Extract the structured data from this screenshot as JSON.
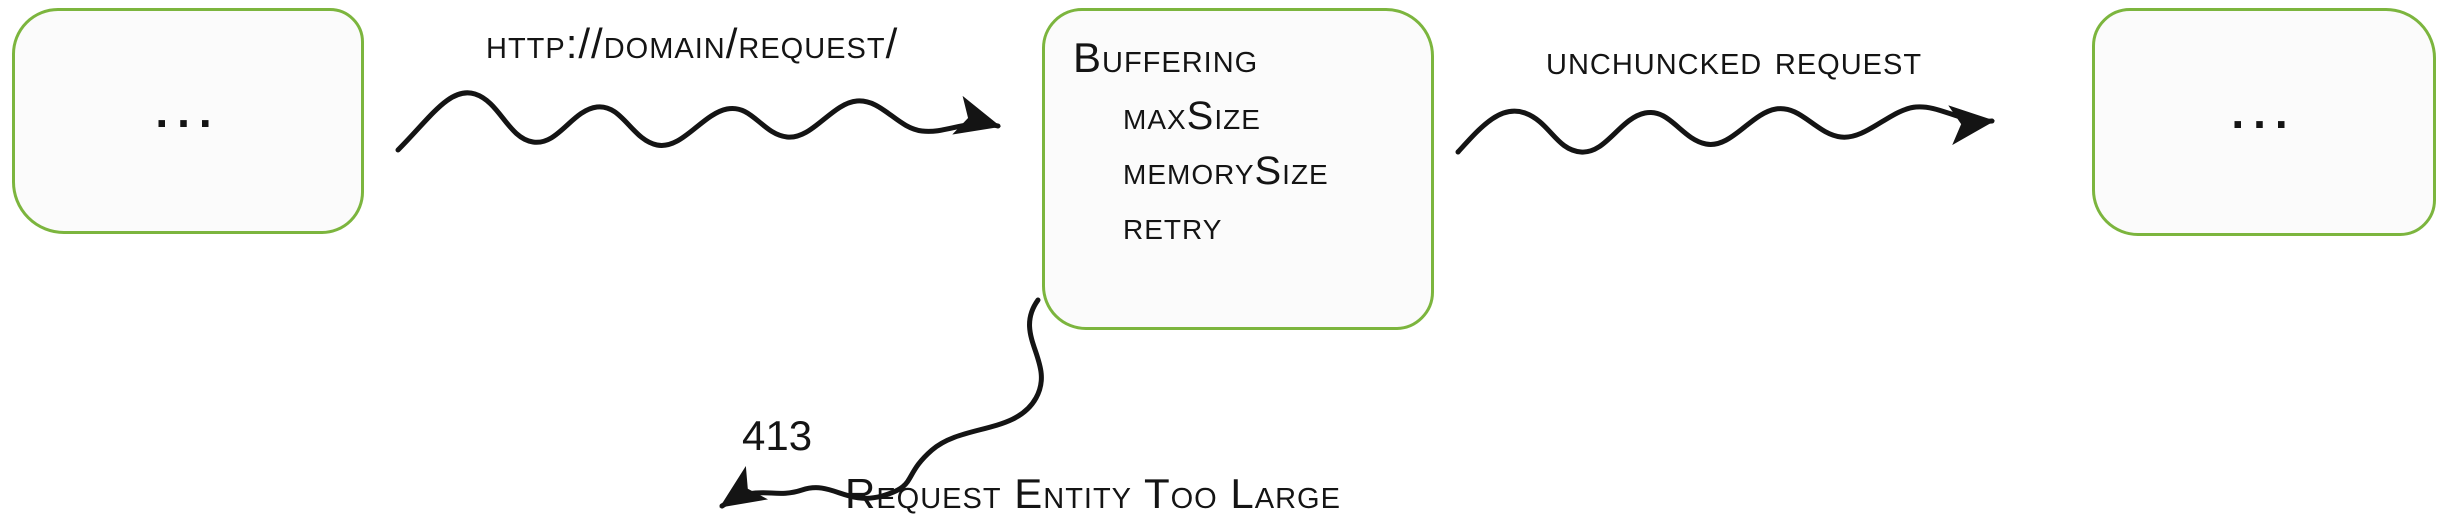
{
  "colors": {
    "box_border": "#7cb53e",
    "box_fill": "#fbfbfb",
    "ink": "#141414"
  },
  "nodes": {
    "left": {
      "label": "..."
    },
    "buffering": {
      "title": "Buffering",
      "params": [
        "maxSize",
        "memorySize",
        "retry"
      ]
    },
    "right": {
      "label": "..."
    }
  },
  "edges": {
    "request": {
      "label": "http://domain/request/"
    },
    "unchunked": {
      "label": "unchuncked request"
    },
    "error": {
      "code": "413",
      "label": "Request Entity Too Large"
    }
  }
}
